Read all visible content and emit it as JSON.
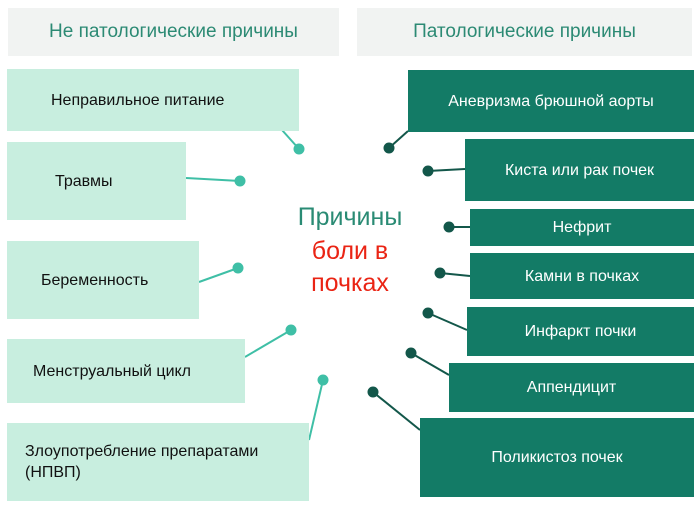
{
  "headers": {
    "left": "Не патологические причины",
    "right": "Патологические причины"
  },
  "center": {
    "line1": "Причины",
    "line2": "боли в",
    "line3": "почках"
  },
  "left_items": [
    "Неправильное питание",
    "Травмы",
    "Беременность",
    "Менструальный цикл",
    "Злоупотребление препаратами (НПВП)"
  ],
  "right_items": [
    "Аневризма брюшной аорты",
    "Киста или рак почек",
    "Нефрит",
    "Камни в почках",
    "Инфаркт почки",
    "Аппендицит",
    "Поликистоз почек"
  ],
  "colors": {
    "header_bg": "#f1f3f2",
    "header_text": "#2c8a74",
    "left_box_bg": "#c8eedf",
    "right_box_bg": "#137b66",
    "connector": "#3fbfa6",
    "connector_dark": "#13574a",
    "center_title": "#2a8b74",
    "center_accent": "#ea2414"
  }
}
